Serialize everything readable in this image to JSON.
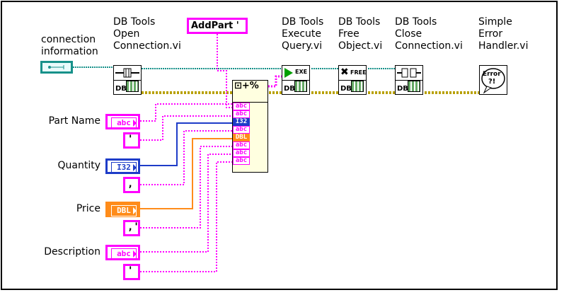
{
  "frame": {
    "title": ""
  },
  "labels": {
    "connection_information": "connection\ninformation",
    "part_name": "Part Name",
    "quantity": "Quantity",
    "price": "Price",
    "description": "Description"
  },
  "controls": {
    "part_name": {
      "tag": "abc",
      "type": "string"
    },
    "quantity": {
      "tag": "I32",
      "type": "int32"
    },
    "price": {
      "tag": "DBL",
      "type": "double"
    },
    "description": {
      "tag": "abc",
      "type": "string"
    }
  },
  "constants": {
    "query_prefix": "AddPart '",
    "sep1": "'",
    "sep2": ",",
    "sep3": ",'",
    "sep4": "'"
  },
  "nodes": {
    "open_connection": "DB Tools\nOpen\nConnection.vi",
    "execute_query": "DB Tools\nExecute\nQuery.vi",
    "free_object": "DB Tools\nFree\nObject.vi",
    "close_connection": "DB Tools\nClose\nConnection.vi",
    "error_handler": "Simple\nError\nHandler.vi"
  },
  "icon_text": {
    "db": "DB",
    "exe": "EXE",
    "free": "FREE",
    "error": "Error",
    "error_mark": "?!"
  },
  "format_into_string": {
    "header": "⊡+%",
    "slots": [
      "abc",
      "abc",
      "I32",
      "abc",
      "DBL",
      "abc",
      "abc",
      "abc"
    ]
  },
  "colors": {
    "string_wire": "#ff00ff",
    "int_wire": "#1e3cc8",
    "double_wire": "#ff8c1a",
    "refnum_wire": "#17918a",
    "error_wire": "#b8a000"
  }
}
